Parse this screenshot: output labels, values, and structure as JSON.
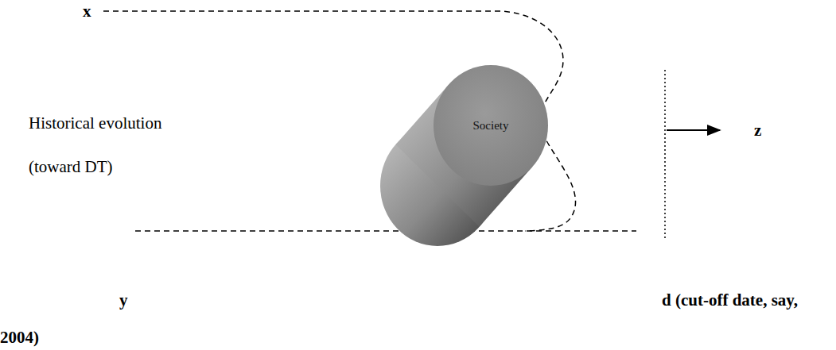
{
  "diagram": {
    "nodes": [
      {
        "text": [
          "Society"
        ]
      }
    ],
    "labels": [
      "x",
      "Historical evolution",
      "(toward DT)",
      "z",
      "y",
      "d (cut-off date, say, 2004)"
    ]
  }
}
